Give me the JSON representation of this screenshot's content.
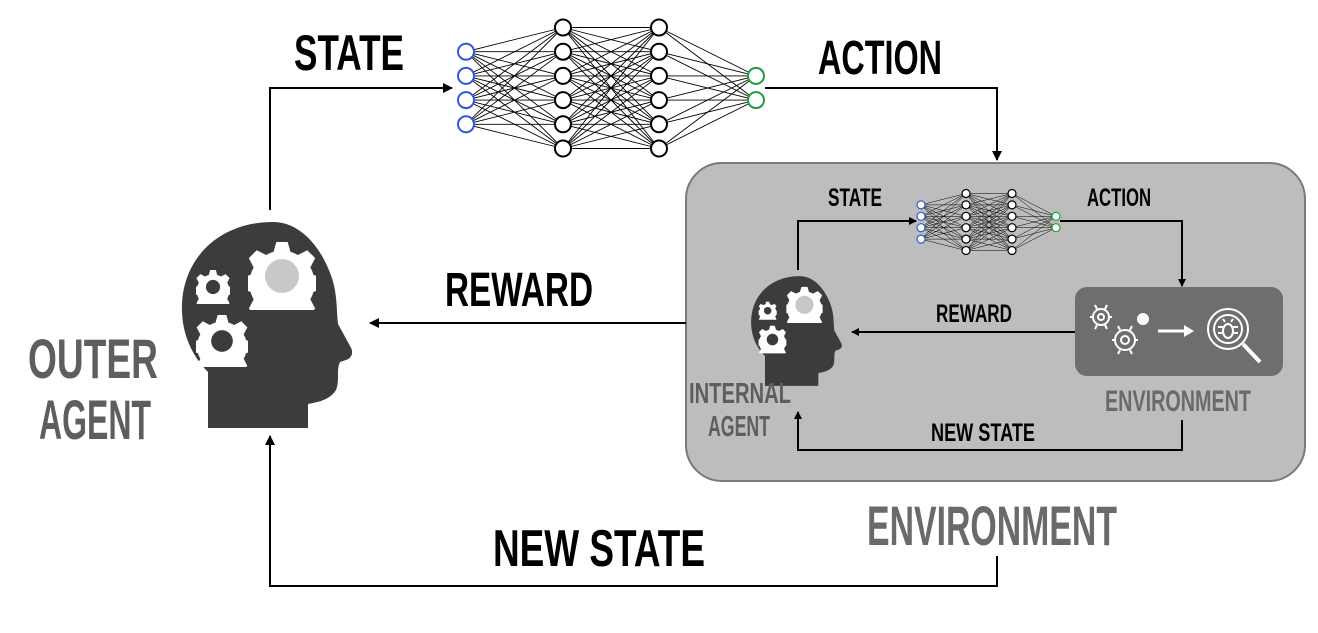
{
  "outer": {
    "state_label": "STATE",
    "action_label": "ACTION",
    "reward_label": "REWARD",
    "new_state_label": "NEW STATE",
    "agent_label_line1": "OUTER",
    "agent_label_line2": "AGENT",
    "environment_label": "ENVIRONMENT"
  },
  "inner": {
    "state_label": "STATE",
    "action_label": "ACTION",
    "reward_label": "REWARD",
    "new_state_label": "NEW STATE",
    "agent_label_line1": "INTERNAL",
    "agent_label_line2": "AGENT",
    "environment_label": "ENVIRONMENT"
  },
  "icons": {
    "outer_agent": "head-with-gears-icon",
    "inner_agent": "head-with-gears-icon",
    "environment": "gears-to-bug-search-icon",
    "network": "neural-network-icon"
  },
  "colors": {
    "input_node": "#2a5bd7",
    "output_node": "#1e9e3a",
    "head": "#3c3c3c",
    "inner_box": "#bdbdbd",
    "env_box": "#6e6e6e",
    "env_text": "#6a6a6a"
  }
}
